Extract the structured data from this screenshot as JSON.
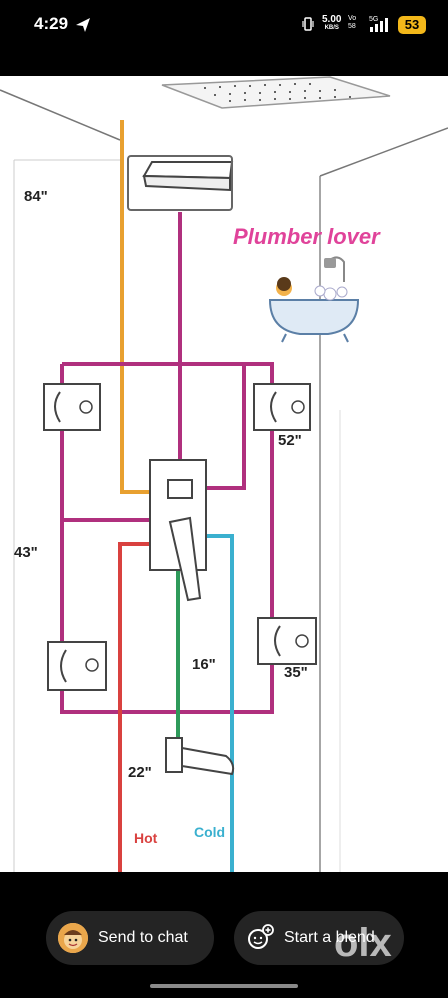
{
  "status_bar": {
    "time": "4:29",
    "network_speed": "5.00",
    "network_speed_unit": "KB/S",
    "volte": "Vo",
    "volte_sub": "58",
    "network_type": "5G",
    "battery": "53"
  },
  "image": {
    "watermark": "Plumber lover",
    "measurements": {
      "m84": "84\"",
      "m52": "52\"",
      "m43": "43\"",
      "m16": "16\"",
      "m35": "35\"",
      "m22": "22\""
    },
    "pipe_labels": {
      "hot": "Hot",
      "cold": "Cold"
    },
    "colors": {
      "hot": "#d9413f",
      "cold": "#3ab0cf",
      "magenta": "#b0307e",
      "orange": "#e8a030",
      "green": "#2e9a5a",
      "watermark": "#e0439a"
    }
  },
  "actions": {
    "send_to_chat": "Send to chat",
    "start_a_blend": "Start a blend"
  },
  "brand": {
    "logo": "olx"
  }
}
